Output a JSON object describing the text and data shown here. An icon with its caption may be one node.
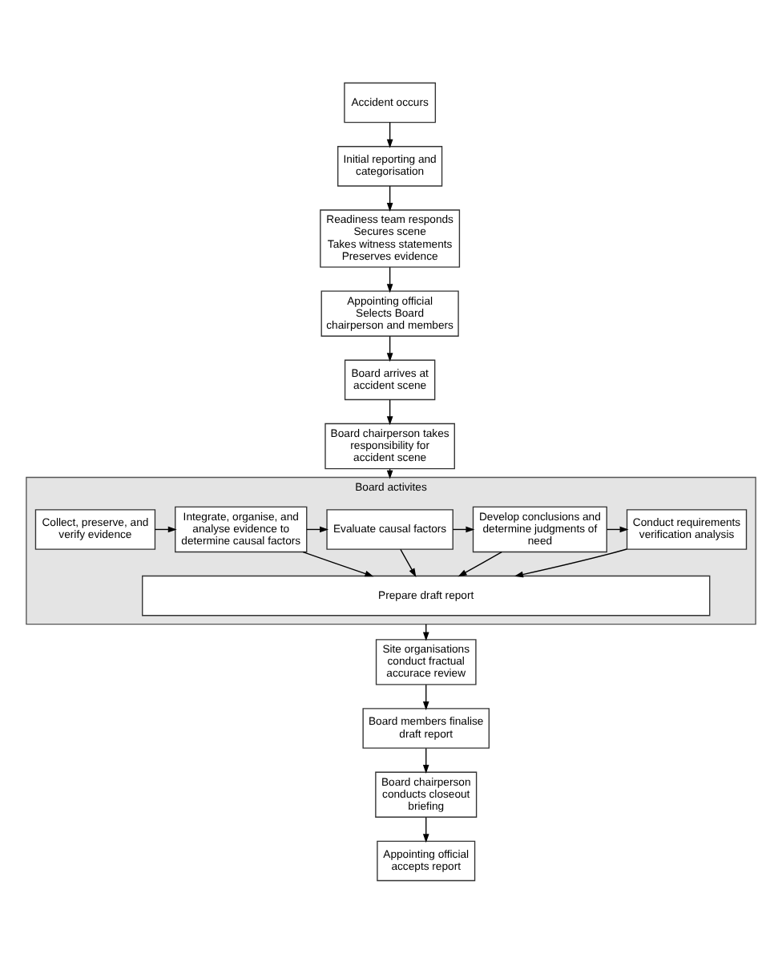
{
  "diagram": {
    "nodes": [
      {
        "text": [
          "Accident occurs"
        ]
      },
      {
        "text": [
          "Initial reporting and categorisation"
        ]
      },
      {
        "text": [
          "Readiness team responds",
          "Secures scene",
          "Takes witness statements",
          "Preserves evidence"
        ]
      },
      {
        "text": [
          "Appointing official",
          "Selects Board chairperson and members"
        ]
      },
      {
        "text": [
          "Board arrives at accident scene"
        ]
      },
      {
        "text": [
          "Board chairperson takes responsibility for accident scene"
        ]
      },
      {
        "text": [
          "Board activites"
        ]
      },
      {
        "text": [
          "Collect, preserve, and verify evidence"
        ],
        "in": 6
      },
      {
        "text": [
          "Integrate, organise, and analyse evidence to determine causal factors"
        ],
        "in": 6
      },
      {
        "text": [
          "Evaluate causal factors"
        ],
        "in": 6
      },
      {
        "text": [
          "Develop conclusions and determine judgments of need"
        ],
        "in": 6
      },
      {
        "text": [
          "Conduct requirements verification analysis"
        ],
        "in": 6
      },
      {
        "text": [
          "Prepare draft report"
        ],
        "in": 6
      },
      {
        "text": [
          "Site organisations conduct fractual accurace review"
        ]
      },
      {
        "text": [
          "Board members finalise draft report"
        ]
      },
      {
        "text": [
          "Board chairperson conducts closeout briefing"
        ]
      },
      {
        "text": [
          "Appointing official accepts report"
        ]
      }
    ],
    "edges": [
      {
        "from": 0,
        "to": 1,
        "arrow": "to"
      },
      {
        "from": 1,
        "to": 2,
        "arrow": "to"
      },
      {
        "from": 2,
        "to": 3,
        "arrow": "to"
      },
      {
        "from": 3,
        "to": 4,
        "arrow": "to"
      },
      {
        "from": 4,
        "to": 5,
        "arrow": "to"
      },
      {
        "from": 5,
        "to": 6,
        "arrow": "to"
      },
      {
        "from": 7,
        "to": 8,
        "arrow": "to"
      },
      {
        "from": 8,
        "to": 9,
        "arrow": "to"
      },
      {
        "from": 9,
        "to": 10,
        "arrow": "to"
      },
      {
        "from": 10,
        "to": 11,
        "arrow": "to"
      },
      {
        "from": 8,
        "to": 12,
        "arrow": "to"
      },
      {
        "from": 9,
        "to": 12,
        "arrow": "to"
      },
      {
        "from": 10,
        "to": 12,
        "arrow": "to"
      },
      {
        "from": 11,
        "to": 12,
        "arrow": "to"
      },
      {
        "from": 6,
        "to": 13,
        "arrow": "to"
      },
      {
        "from": 13,
        "to": 14,
        "arrow": "to"
      },
      {
        "from": 14,
        "to": 15,
        "arrow": "to"
      },
      {
        "from": 15,
        "to": 16,
        "arrow": "to"
      }
    ]
  }
}
